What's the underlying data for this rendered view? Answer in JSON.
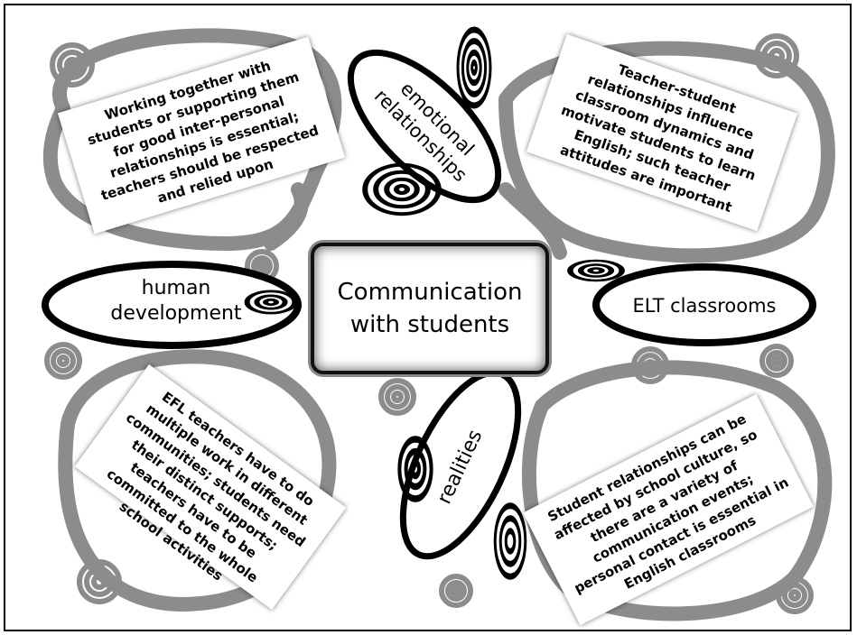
{
  "center": {
    "line1": "Communication",
    "line2": "with students"
  },
  "branches": {
    "emotional": {
      "line1": "emotional",
      "line2": "relationships"
    },
    "human": {
      "line1": "human",
      "line2": "development"
    },
    "elt": {
      "label": "ELT classrooms"
    },
    "realities": {
      "label": "realities"
    }
  },
  "notes": {
    "top_left": "Working together with students or supporting them for good inter-personal relationships is essential; teachers should be respected and relied upon",
    "top_right": "Teacher-student relationships influence classroom dynamics and motivate students to learn English; such teacher attitudes are important",
    "bottom_left": "EFL teachers have to do multiple work in different communities; students need their distinct supports; teachers have to be committed to the whole school activities",
    "bottom_right": "Student relationships can be affected by school culture, so there are a variety of communication events; personal contact is essential in English classrooms"
  },
  "colors": {
    "blob_gray": "#8c8c8c",
    "ink": "#000000",
    "paper": "#ffffff"
  }
}
